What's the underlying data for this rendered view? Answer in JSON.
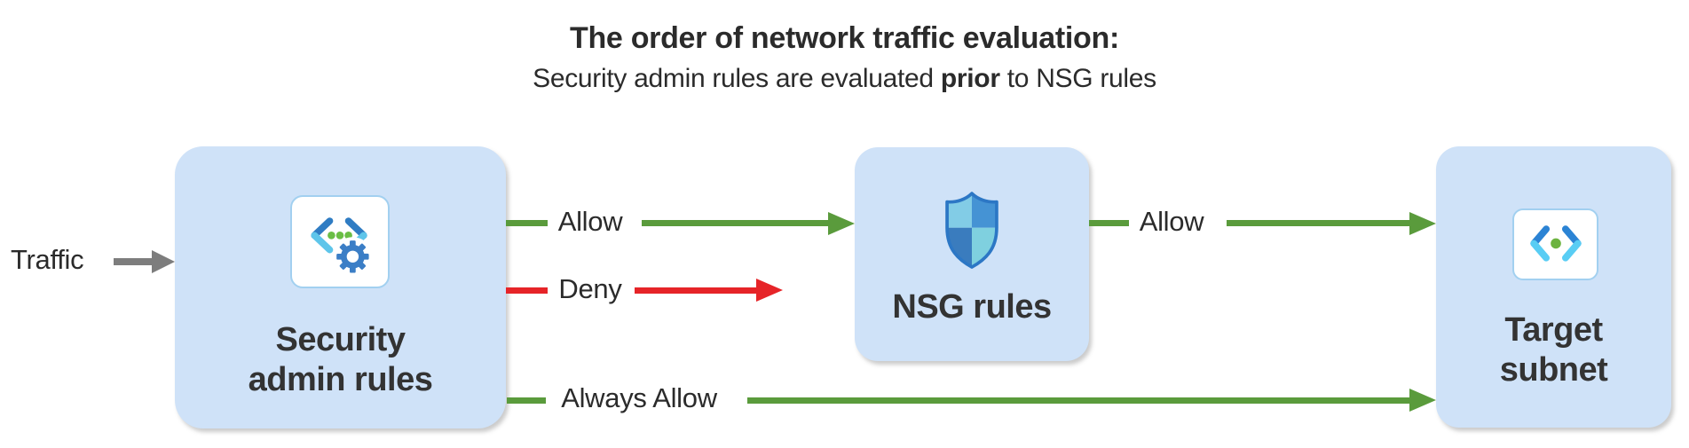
{
  "header": {
    "title": "The order of network traffic evaluation:",
    "subtitle_prefix": "Security admin rules are evaluated ",
    "subtitle_bold": "prior",
    "subtitle_suffix": " to NSG rules"
  },
  "traffic": {
    "label": "Traffic",
    "color": "#7d7d7d"
  },
  "nodes": {
    "security_admin": {
      "line1": "Security",
      "line2": "admin rules",
      "icon": "network-manager-code-gear-icon"
    },
    "nsg": {
      "label": "NSG rules",
      "icon": "nsg-shield-icon"
    },
    "target": {
      "line1": "Target",
      "line2": "subnet",
      "icon": "subnet-code-brackets-icon"
    }
  },
  "arrows": [
    {
      "id": "allow-top",
      "label": "Allow",
      "color": "#5a9b3c"
    },
    {
      "id": "deny",
      "label": "Deny",
      "color": "#e62428"
    },
    {
      "id": "allow-right",
      "label": "Allow",
      "color": "#5a9b3c"
    },
    {
      "id": "always-allow",
      "label": "Always Allow",
      "color": "#5a9b3c"
    }
  ],
  "colors": {
    "box_fill": "#cfe2f8",
    "allow_green": "#5a9b3c",
    "deny_red": "#e62428",
    "traffic_gray": "#7d7d7d"
  }
}
